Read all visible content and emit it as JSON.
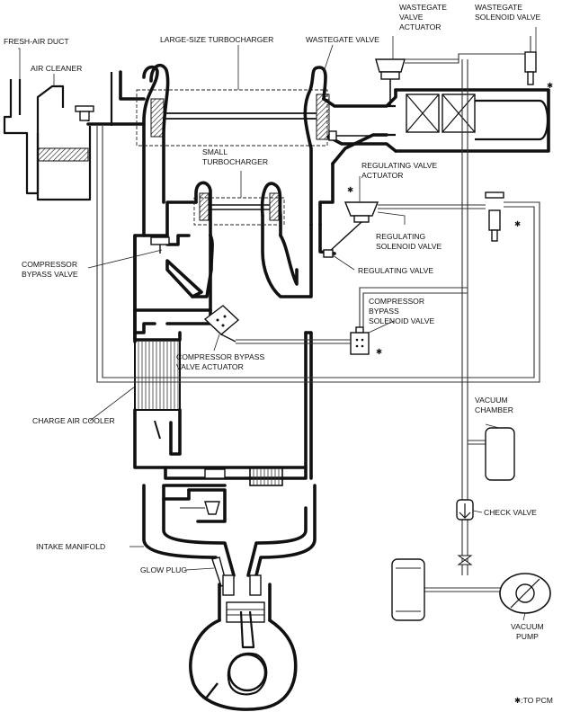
{
  "labels": {
    "fresh_air_duct": "FRESH-AIR DUCT",
    "air_cleaner": "AIR CLEANER",
    "large_turbo": "LARGE-SIZE TURBOCHARGER",
    "wastegate_valve": "WASTEGATE VALVE",
    "wastegate_actuator_1": "WASTEGATE",
    "wastegate_actuator_2": "VALVE",
    "wastegate_actuator_3": "ACTUATOR",
    "wastegate_solenoid_1": "WASTEGATE",
    "wastegate_solenoid_2": "SOLENOID VALVE",
    "small_turbo_1": "SMALL",
    "small_turbo_2": "TURBOCHARGER",
    "regulating_actuator_1": "REGULATING VALVE",
    "regulating_actuator_2": "ACTUATOR",
    "regulating_solenoid_1": "REGULATING",
    "regulating_solenoid_2": "SOLENOID VALVE",
    "compressor_bypass_valve_1": "COMPRESSOR",
    "compressor_bypass_valve_2": "BYPASS VALVE",
    "regulating_valve": "REGULATING VALVE",
    "cb_solenoid_1": "COMPRESSOR",
    "cb_solenoid_2": "BYPASS",
    "cb_solenoid_3": "SOLENOID VALVE",
    "cb_actuator_1": "COMPRESSOR BYPASS",
    "cb_actuator_2": "VALVE ACTUATOR",
    "charge_air_cooler": "CHARGE AIR COOLER",
    "vacuum_chamber_1": "VACUUM",
    "vacuum_chamber_2": "CHAMBER",
    "check_valve": "CHECK VALVE",
    "intake_manifold": "INTAKE MANIFOLD",
    "glow_plug": "GLOW PLUG",
    "vacuum_pump_1": "VACUUM",
    "vacuum_pump_2": "PUMP",
    "pcm_note": "✱:TO PCM",
    "asterisk": "✱"
  }
}
